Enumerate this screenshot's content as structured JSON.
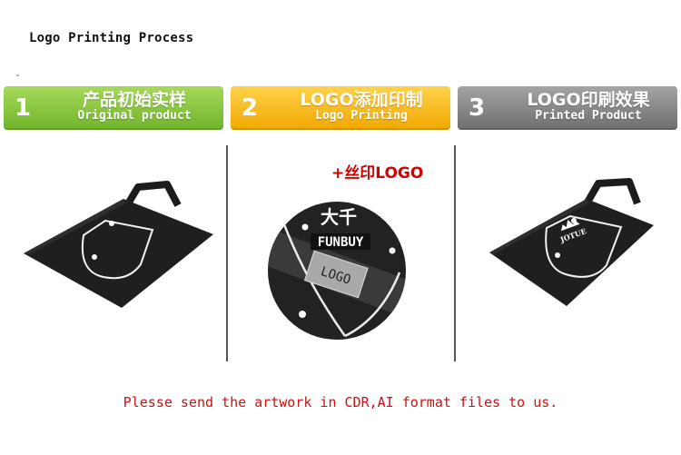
{
  "page": {
    "title": "Logo Printing Process"
  },
  "steps": [
    {
      "number": "1",
      "title_zh": "产品初始实样",
      "title_en": "Original product",
      "color": "#7ec13b"
    },
    {
      "number": "2",
      "title_zh": "LOGO添加印制",
      "title_en": "Logo Printing",
      "color": "#f5b800"
    },
    {
      "number": "3",
      "title_zh": "LOGO印刷效果",
      "title_en": "Printed Product",
      "color": "#858585"
    }
  ],
  "step2": {
    "silkscreen_label": "+丝印LOGO",
    "logo_placeholder": "LOGO",
    "brand_mark": "FUNBUY"
  },
  "step3": {
    "printed_brand": "JOTUE"
  },
  "footer": {
    "note": "Plesse send the artwork in CDR,AI format files to us."
  }
}
